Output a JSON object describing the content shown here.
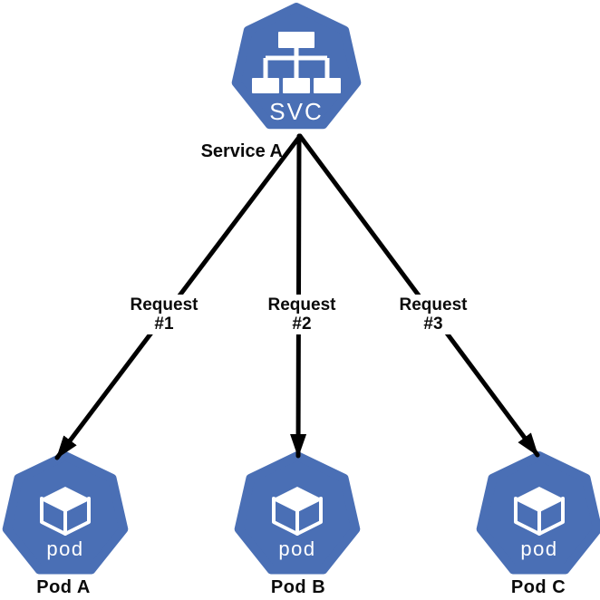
{
  "colors": {
    "kube_blue": "#4a6fb5",
    "arrow_black": "#000000",
    "glyph_white": "#ffffff",
    "label_black": "#0a0a0a",
    "background": "#ffffff"
  },
  "service": {
    "icon_label": "SVC",
    "name": "Service A"
  },
  "arrows": [
    {
      "label_line1": "Request",
      "label_line2": "#1",
      "from": "Service A",
      "to": "Pod A"
    },
    {
      "label_line1": "Request",
      "label_line2": "#2",
      "from": "Service A",
      "to": "Pod B"
    },
    {
      "label_line1": "Request",
      "label_line2": "#3",
      "from": "Service A",
      "to": "Pod C"
    }
  ],
  "pods": [
    {
      "icon_label": "pod",
      "name": "Pod A"
    },
    {
      "icon_label": "pod",
      "name": "Pod B"
    },
    {
      "icon_label": "pod",
      "name": "Pod C"
    }
  ]
}
